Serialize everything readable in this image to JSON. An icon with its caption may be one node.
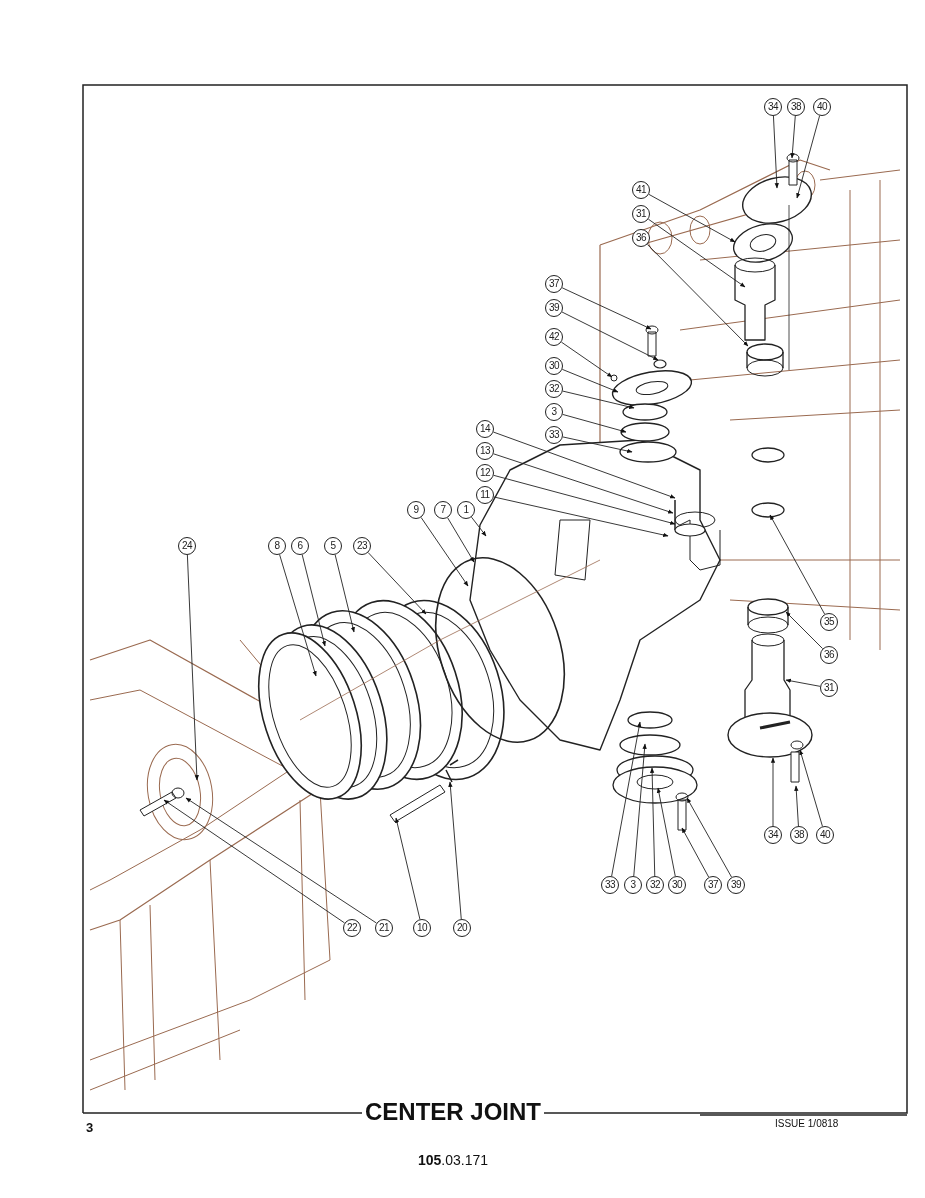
{
  "diagram": {
    "title": "CENTER JOINT",
    "nodes": [
      {
        "text": [
          "34"
        ]
      },
      {
        "text": [
          "38"
        ]
      },
      {
        "text": [
          "40"
        ]
      },
      {
        "text": [
          "41"
        ]
      },
      {
        "text": [
          "31"
        ]
      },
      {
        "text": [
          "36"
        ]
      },
      {
        "text": [
          "37"
        ]
      },
      {
        "text": [
          "39"
        ]
      },
      {
        "text": [
          "42"
        ]
      },
      {
        "text": [
          "30"
        ]
      },
      {
        "text": [
          "32"
        ]
      },
      {
        "text": [
          "3"
        ]
      },
      {
        "text": [
          "33"
        ]
      },
      {
        "text": [
          "14"
        ]
      },
      {
        "text": [
          "13"
        ]
      },
      {
        "text": [
          "12"
        ]
      },
      {
        "text": [
          "11"
        ]
      },
      {
        "text": [
          "9"
        ]
      },
      {
        "text": [
          "7"
        ]
      },
      {
        "text": [
          "1"
        ]
      },
      {
        "text": [
          "24"
        ]
      },
      {
        "text": [
          "8"
        ]
      },
      {
        "text": [
          "6"
        ]
      },
      {
        "text": [
          "5"
        ]
      },
      {
        "text": [
          "23"
        ]
      },
      {
        "text": [
          "35"
        ]
      },
      {
        "text": [
          "36"
        ]
      },
      {
        "text": [
          "31"
        ]
      },
      {
        "text": [
          "34"
        ]
      },
      {
        "text": [
          "38"
        ]
      },
      {
        "text": [
          "40"
        ]
      },
      {
        "text": [
          "33"
        ]
      },
      {
        "text": [
          "3"
        ]
      },
      {
        "text": [
          "32"
        ]
      },
      {
        "text": [
          "30"
        ]
      },
      {
        "text": [
          "37"
        ]
      },
      {
        "text": [
          "39"
        ]
      },
      {
        "text": [
          "22"
        ]
      },
      {
        "text": [
          "21"
        ]
      },
      {
        "text": [
          "10"
        ]
      },
      {
        "text": [
          "20"
        ]
      }
    ],
    "edges": [
      {
        "from": 0,
        "to": null,
        "arrow": "to"
      },
      {
        "from": 1,
        "to": null,
        "arrow": "to"
      },
      {
        "from": 2,
        "to": null,
        "arrow": "to"
      },
      {
        "from": 3,
        "to": null,
        "arrow": "to"
      },
      {
        "from": 4,
        "to": null,
        "arrow": "to"
      },
      {
        "from": 5,
        "to": null,
        "arrow": "to"
      },
      {
        "from": 6,
        "to": null,
        "arrow": "to"
      },
      {
        "from": 7,
        "to": null,
        "arrow": "to"
      },
      {
        "from": 8,
        "to": null,
        "arrow": "to"
      },
      {
        "from": 9,
        "to": null,
        "arrow": "to"
      },
      {
        "from": 10,
        "to": null,
        "arrow": "to"
      },
      {
        "from": 11,
        "to": null,
        "arrow": "to"
      },
      {
        "from": 12,
        "to": null,
        "arrow": "to"
      },
      {
        "from": 13,
        "to": null,
        "arrow": "to"
      },
      {
        "from": 14,
        "to": null,
        "arrow": "to"
      },
      {
        "from": 15,
        "to": null,
        "arrow": "to"
      },
      {
        "from": 16,
        "to": null,
        "arrow": "to"
      },
      {
        "from": 17,
        "to": null,
        "arrow": "to"
      },
      {
        "from": 18,
        "to": null,
        "arrow": "to"
      },
      {
        "from": 19,
        "to": null,
        "arrow": "to"
      },
      {
        "from": 20,
        "to": null,
        "arrow": "to"
      },
      {
        "from": 21,
        "to": null,
        "arrow": "to"
      },
      {
        "from": 22,
        "to": null,
        "arrow": "to"
      },
      {
        "from": 23,
        "to": null,
        "arrow": "to"
      },
      {
        "from": 24,
        "to": null,
        "arrow": "to"
      },
      {
        "from": 25,
        "to": null,
        "arrow": "to"
      },
      {
        "from": 26,
        "to": null,
        "arrow": "to"
      },
      {
        "from": 27,
        "to": null,
        "arrow": "to"
      },
      {
        "from": 28,
        "to": null,
        "arrow": "to"
      },
      {
        "from": 29,
        "to": null,
        "arrow": "to"
      },
      {
        "from": 30,
        "to": null,
        "arrow": "to"
      },
      {
        "from": 31,
        "to": null,
        "arrow": "to"
      },
      {
        "from": 32,
        "to": null,
        "arrow": "to"
      },
      {
        "from": 33,
        "to": null,
        "arrow": "to"
      },
      {
        "from": 34,
        "to": null,
        "arrow": "to"
      },
      {
        "from": 35,
        "to": null,
        "arrow": "to"
      },
      {
        "from": 36,
        "to": null,
        "arrow": "to"
      },
      {
        "from": 37,
        "to": null,
        "arrow": "to"
      },
      {
        "from": 38,
        "to": null,
        "arrow": "to"
      },
      {
        "from": 39,
        "to": null,
        "arrow": "to"
      },
      {
        "from": 40,
        "to": null,
        "arrow": "to"
      }
    ],
    "labels": [
      "3",
      "ISSUE 1/0818",
      "**105**.03.171"
    ]
  }
}
